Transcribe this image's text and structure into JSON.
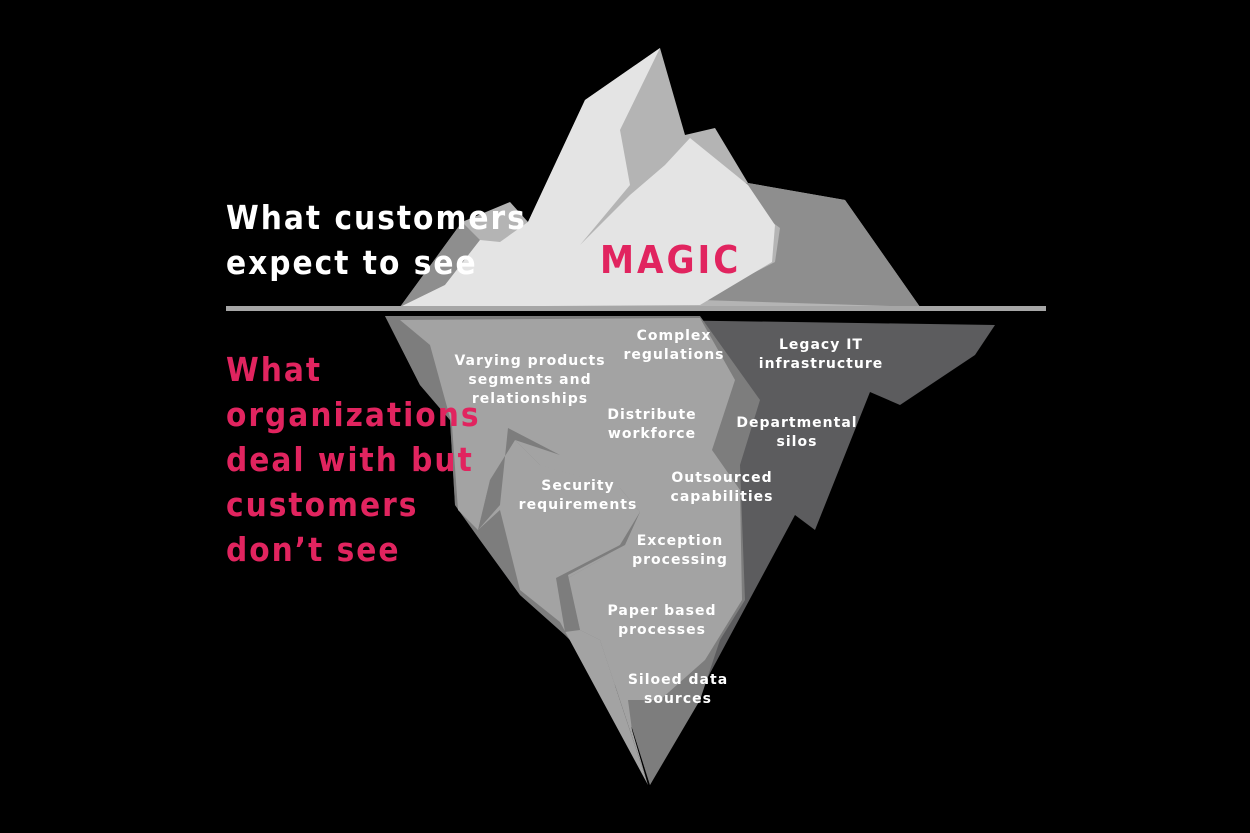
{
  "colors": {
    "background": "#000000",
    "accent": "#e1245f",
    "text_light": "#ffffff",
    "ice_light": "#e4e4e4",
    "ice_mid": "#b4b4b4",
    "ice_dark": "#8e8e8e",
    "under_light": "#a3a3a3",
    "under_mid": "#7d7d7d",
    "under_dark": "#5c5c5e",
    "waterline": "#a6a6a6"
  },
  "above_label": {
    "lines": [
      "What customers",
      "expect to see"
    ]
  },
  "below_label": {
    "lines": [
      "What",
      "organizations",
      "deal with but",
      "customers",
      "don’t see"
    ]
  },
  "tip_label": "MAGIC",
  "hidden_items": [
    {
      "id": "varying-products",
      "lines": [
        "Varying products",
        "segments and",
        "relationships"
      ]
    },
    {
      "id": "complex-regulations",
      "lines": [
        "Complex",
        "regulations"
      ]
    },
    {
      "id": "legacy-it",
      "lines": [
        "Legacy IT",
        "infrastructure"
      ]
    },
    {
      "id": "distribute-workforce",
      "lines": [
        "Distribute",
        "workforce"
      ]
    },
    {
      "id": "departmental-silos",
      "lines": [
        "Departmental",
        "silos"
      ]
    },
    {
      "id": "outsourced-capabilities",
      "lines": [
        "Outsourced",
        "capabilities"
      ]
    },
    {
      "id": "security-requirements",
      "lines": [
        "Security",
        "requirements"
      ]
    },
    {
      "id": "exception-processing",
      "lines": [
        "Exception",
        "processing"
      ]
    },
    {
      "id": "paper-based",
      "lines": [
        "Paper based",
        "processes"
      ]
    },
    {
      "id": "siloed-data",
      "lines": [
        "Siloed data",
        "sources"
      ]
    }
  ]
}
